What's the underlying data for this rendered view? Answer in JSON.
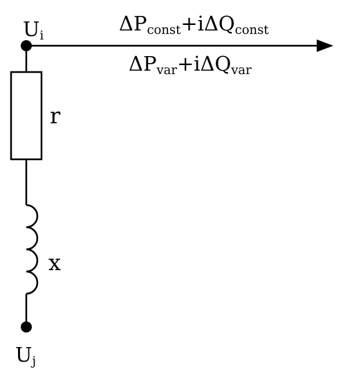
{
  "nodes": {
    "start": {
      "symbol": "U",
      "subscript": "i"
    },
    "end": {
      "symbol": "U",
      "subscript": "j"
    }
  },
  "components": {
    "resistor": {
      "label": "r"
    },
    "inductor": {
      "label": "x"
    }
  },
  "power_flow": {
    "constant": {
      "p_symbol": "ΔP",
      "p_subscript": "const",
      "joiner": "+iΔQ",
      "q_subscript": "const"
    },
    "variable": {
      "p_symbol": "ΔP",
      "p_subscript": "var",
      "joiner": "+iΔQ",
      "q_subscript": "var"
    }
  }
}
